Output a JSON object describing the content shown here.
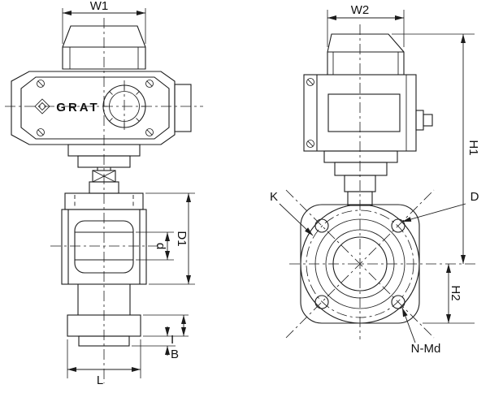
{
  "page": {
    "background": "#ffffff",
    "line_color": "#1c1c1c",
    "description": "Two-view dimensional engineering drawing of an electric actuated ball valve"
  },
  "brand": {
    "logo_text": "GRAT"
  },
  "labels": {
    "w1": "W1",
    "w2": "W2",
    "h1": "H1",
    "h2": "H2",
    "bore_diameter": "d",
    "body_diameter": "D1",
    "raised_face_thickness": "I",
    "flange_thickness": "B",
    "flange_length": "L",
    "bolt_circle": "K",
    "flange_diameter": "D",
    "bolt_holes": "N-Md"
  }
}
